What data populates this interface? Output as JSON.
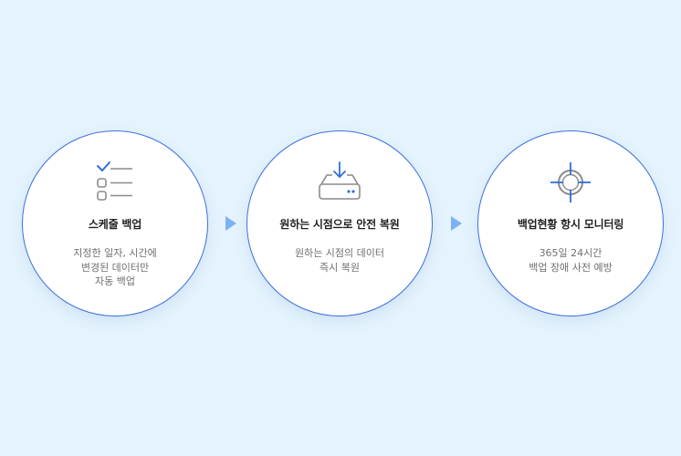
{
  "steps": [
    {
      "title": "스케줄 백업",
      "icon": "checklist-icon",
      "description": [
        "지정한 일자, 시간에",
        "변경된 데이터만",
        "자동 백업"
      ]
    },
    {
      "title": "원하는 시점으로 안전 복원",
      "icon": "drive-restore-icon",
      "description": [
        "원하는 시점의 데이터",
        "즉시 복원"
      ]
    },
    {
      "title": "백업현황 항시 모니터링",
      "icon": "crosshair-target-icon",
      "description": [
        "365일 24시간",
        "백업 장애 사전 예방"
      ]
    }
  ],
  "colors": {
    "background": "#e4f3fd",
    "circle_border": "#3d6fe0",
    "accent": "#2f6fdc",
    "icon_gray": "#8a8a8a",
    "arrow": "#6aa6f2"
  }
}
